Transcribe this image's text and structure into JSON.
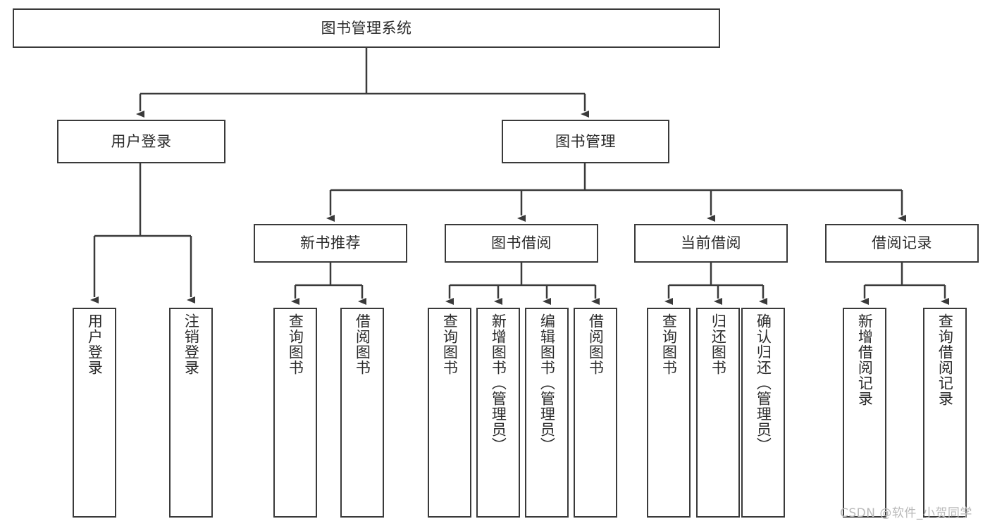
{
  "diagram": {
    "title": "图书管理系统",
    "type": "hierarchy-tree",
    "root": {
      "id": "root",
      "label": "图书管理系统"
    },
    "level2": [
      {
        "id": "user-login",
        "label": "用户登录"
      },
      {
        "id": "book-management",
        "label": "图书管理"
      }
    ],
    "level3": [
      {
        "id": "new-book-recommend",
        "label": "新书推荐"
      },
      {
        "id": "book-borrow",
        "label": "图书借阅"
      },
      {
        "id": "current-borrow",
        "label": "当前借阅"
      },
      {
        "id": "borrow-record",
        "label": "借阅记录"
      }
    ],
    "leaves": {
      "user_login": [
        {
          "id": "leaf-user-login",
          "label": "用户登录"
        },
        {
          "id": "leaf-logout-login",
          "label": "注销登录"
        }
      ],
      "new_book_recommend": [
        {
          "id": "leaf-query-book-1",
          "label": "查询图书"
        },
        {
          "id": "leaf-borrow-book-1",
          "label": "借阅图书"
        }
      ],
      "book_borrow": [
        {
          "id": "leaf-query-book-2",
          "label": "查询图书"
        },
        {
          "id": "leaf-add-book",
          "label": "新增图书（管理员）"
        },
        {
          "id": "leaf-edit-book",
          "label": "编辑图书（管理员）"
        },
        {
          "id": "leaf-borrow-book-2",
          "label": "借阅图书"
        }
      ],
      "current_borrow": [
        {
          "id": "leaf-query-book-3",
          "label": "查询图书"
        },
        {
          "id": "leaf-return-book",
          "label": "归还图书"
        },
        {
          "id": "leaf-confirm-return",
          "label": "确认归还（管理员）"
        }
      ],
      "borrow_record": [
        {
          "id": "leaf-add-record",
          "label": "新增借阅记录"
        },
        {
          "id": "leaf-query-record",
          "label": "查询借阅记录"
        }
      ]
    }
  },
  "watermark": {
    "text": "CSDN @软件_小贺同学"
  },
  "colors": {
    "stroke": "#3a3a3a",
    "box_fill": "#ffffff",
    "text": "#2b2b2b",
    "watermark": "#b9b9b9",
    "background": "#ffffff"
  }
}
